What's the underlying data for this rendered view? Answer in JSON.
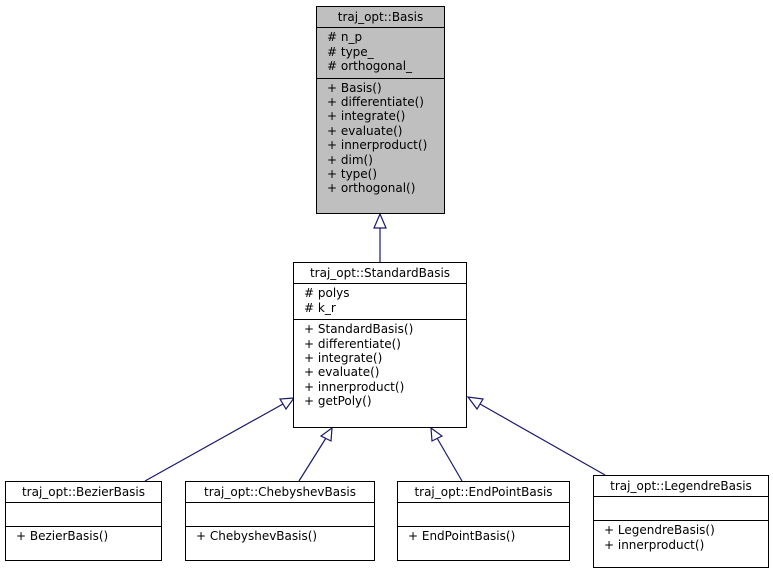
{
  "classes": {
    "basis": {
      "name": "traj_opt::Basis",
      "attributes": [
        "# n_p",
        "# type_",
        "# orthogonal_"
      ],
      "methods": [
        "+ Basis()",
        "+ differentiate()",
        "+ integrate()",
        "+ evaluate()",
        "+ innerproduct()",
        "+ dim()",
        "+ type()",
        "+ orthogonal()"
      ]
    },
    "standard": {
      "name": "traj_opt::StandardBasis",
      "attributes": [
        "# polys",
        "# k_r"
      ],
      "methods": [
        "+ StandardBasis()",
        "+ differentiate()",
        "+ integrate()",
        "+ evaluate()",
        "+ innerproduct()",
        "+ getPoly()"
      ]
    },
    "bezier": {
      "name": "traj_opt::BezierBasis",
      "methods": [
        "+ BezierBasis()"
      ]
    },
    "chebyshev": {
      "name": "traj_opt::ChebyshevBasis",
      "methods": [
        "+ ChebyshevBasis()"
      ]
    },
    "endpoint": {
      "name": "traj_opt::EndPointBasis",
      "methods": [
        "+ EndPointBasis()"
      ]
    },
    "legendre": {
      "name": "traj_opt::LegendreBasis",
      "methods": [
        "+ LegendreBasis()",
        "+ innerproduct()"
      ]
    }
  },
  "colors": {
    "edge": "#191970",
    "highlight": "#bfbfbf",
    "border": "#000000"
  }
}
